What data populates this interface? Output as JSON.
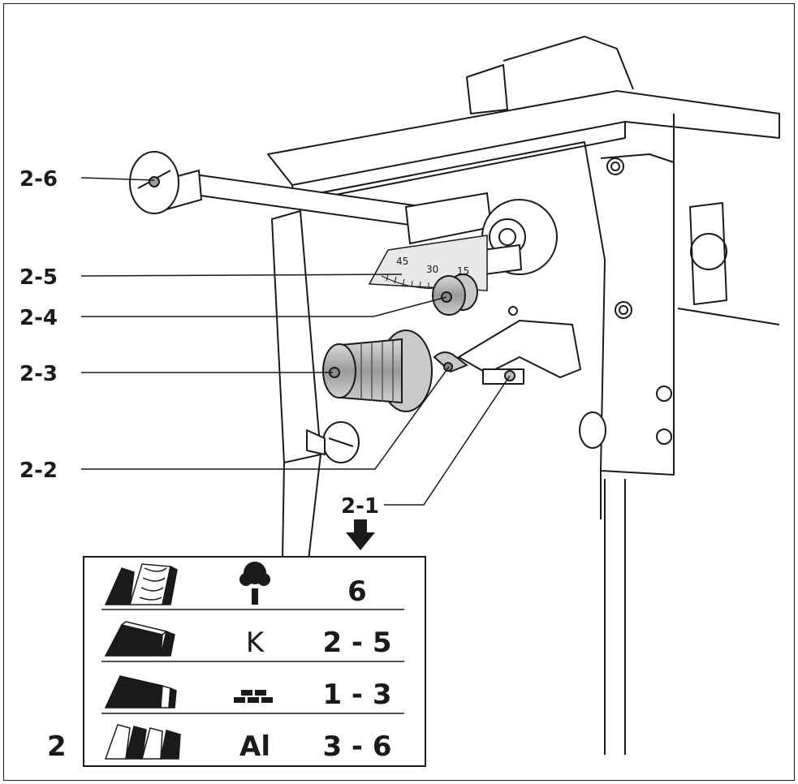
{
  "figure_number": "2",
  "callouts": [
    {
      "id": "2-6",
      "label": "2-6"
    },
    {
      "id": "2-5",
      "label": "2-5"
    },
    {
      "id": "2-4",
      "label": "2-4"
    },
    {
      "id": "2-3",
      "label": "2-3"
    },
    {
      "id": "2-2",
      "label": "2-2"
    },
    {
      "id": "2-1",
      "label": "2-1"
    }
  ],
  "bevel_scale": {
    "ticks": [
      "45",
      "30",
      "15"
    ]
  },
  "material_table": {
    "rows": [
      {
        "material_icon": "wood-boards-icon",
        "symbol_icon": "tree-icon",
        "symbol_text": "",
        "value": "6"
      },
      {
        "material_icon": "coated-panel-icon",
        "symbol_icon": "plastic-symbol-icon",
        "symbol_text": "K",
        "value": "2 - 5"
      },
      {
        "material_icon": "laminate-sheet-icon",
        "symbol_icon": "bricks-icon",
        "symbol_text": "",
        "value": "1 - 3"
      },
      {
        "material_icon": "aluminium-profile-icon",
        "symbol_icon": "aluminium-text-icon",
        "symbol_text": "Al",
        "value": "3 - 6"
      }
    ]
  }
}
